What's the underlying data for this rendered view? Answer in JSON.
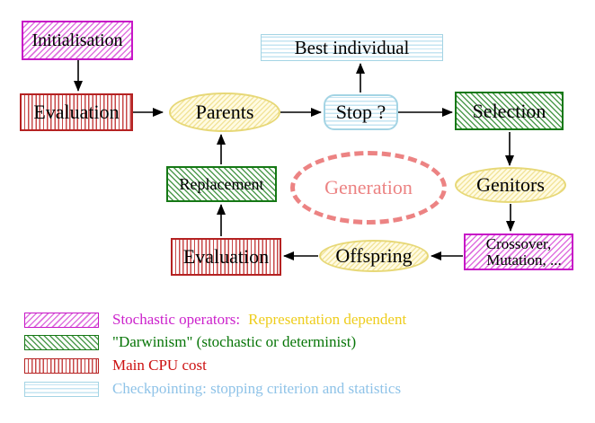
{
  "diagram": {
    "nodes": {
      "initialisation": "Initialisation",
      "evaluation_top": "Evaluation",
      "parents": "Parents",
      "best_individual": "Best individual",
      "stop": "Stop ?",
      "selection": "Selection",
      "genitors": "Genitors",
      "crossover_line1": "Crossover,",
      "crossover_line2": "Mutation, ...",
      "offspring": "Offspring",
      "evaluation_bottom": "Evaluation",
      "replacement": "Replacement",
      "generation": "Generation"
    },
    "legend": [
      {
        "label": "Stochastic operators:",
        "label2": "Representation dependent"
      },
      {
        "label": "\"Darwinism\" (stochastic or determinist)"
      },
      {
        "label": "Main CPU cost"
      },
      {
        "label": "Checkpointing: stopping criterion and statistics"
      }
    ],
    "colors": {
      "magenta": "#c716c7",
      "green": "#157815",
      "red": "#b52222",
      "cyan": "#a4d4e4",
      "yellow": "#e7d877",
      "salmon": "#ec8383",
      "legend_gold_text": "#eecd1d",
      "legend_blue_text": "#8fc3e8"
    }
  }
}
